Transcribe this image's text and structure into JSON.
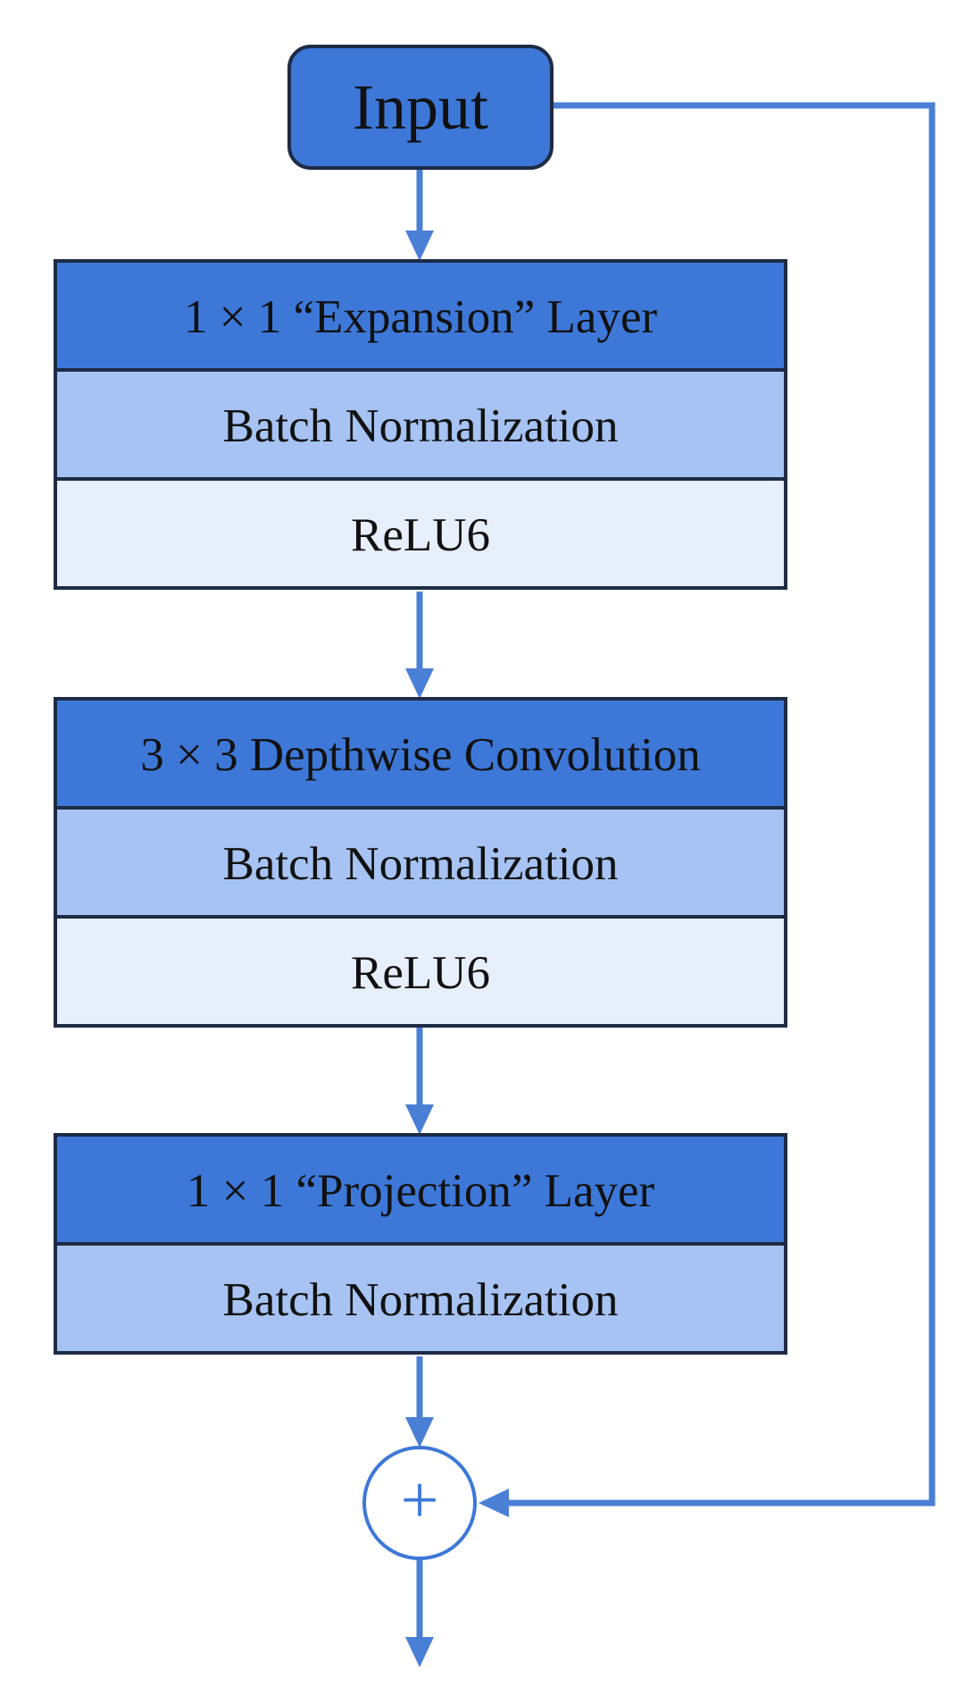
{
  "colors": {
    "dark": "#3d78d8",
    "mid": "#a6c3f3",
    "light": "#e8effc",
    "border": "#1e2b45",
    "arrow": "#4a7fd6"
  },
  "input": {
    "label": "Input"
  },
  "blocks": [
    {
      "rows": [
        {
          "label": "1 × 1 “Expansion” Layer",
          "shade": "dark"
        },
        {
          "label": "Batch Normalization",
          "shade": "mid"
        },
        {
          "label": "ReLU6",
          "shade": "light"
        }
      ]
    },
    {
      "rows": [
        {
          "label": "3 × 3 Depthwise Convolution",
          "shade": "dark"
        },
        {
          "label": "Batch Normalization",
          "shade": "mid"
        },
        {
          "label": "ReLU6",
          "shade": "light"
        }
      ]
    },
    {
      "rows": [
        {
          "label": "1 × 1 “Projection” Layer",
          "shade": "dark"
        },
        {
          "label": "Batch Normalization",
          "shade": "mid"
        }
      ]
    }
  ],
  "add_node": {
    "symbol": "+"
  }
}
